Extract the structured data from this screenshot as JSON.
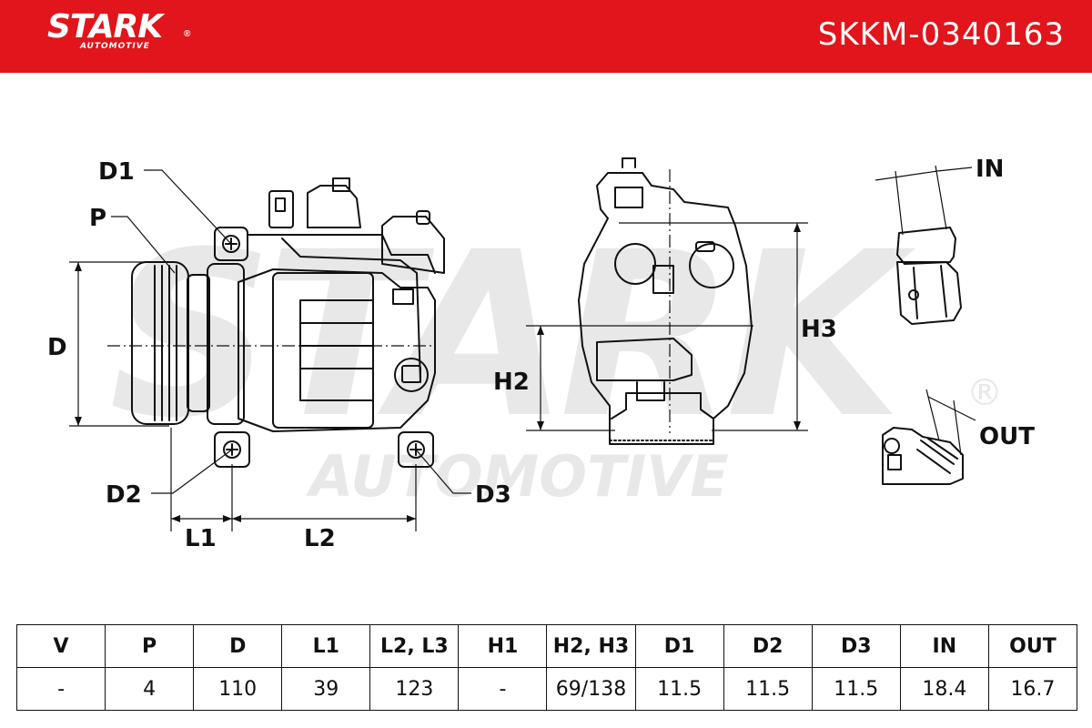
{
  "brand": {
    "name": "STARK",
    "sub": "AUTOMOTIVE",
    "registered": "®",
    "watermark_main": "STARK",
    "watermark_sub": "AUTOMOTIVE"
  },
  "part_number": "SKKM-0340163",
  "colors": {
    "header": "#e1151b",
    "line": "#111111",
    "watermark": "#e6e6e6"
  },
  "diagram_labels": {
    "d1": "D1",
    "p": "P",
    "d": "D",
    "d2": "D2",
    "d3": "D3",
    "l1": "L1",
    "l2": "L2",
    "h2": "H2",
    "h3": "H3",
    "in": "IN",
    "out": "OUT"
  },
  "spec_table": {
    "headers": [
      "V",
      "P",
      "D",
      "L1",
      "L2, L3",
      "H1",
      "H2, H3",
      "D1",
      "D2",
      "D3",
      "IN",
      "OUT"
    ],
    "values": [
      "-",
      "4",
      "110",
      "39",
      "123",
      "-",
      "69/138",
      "11.5",
      "11.5",
      "11.5",
      "18.4",
      "16.7"
    ]
  }
}
